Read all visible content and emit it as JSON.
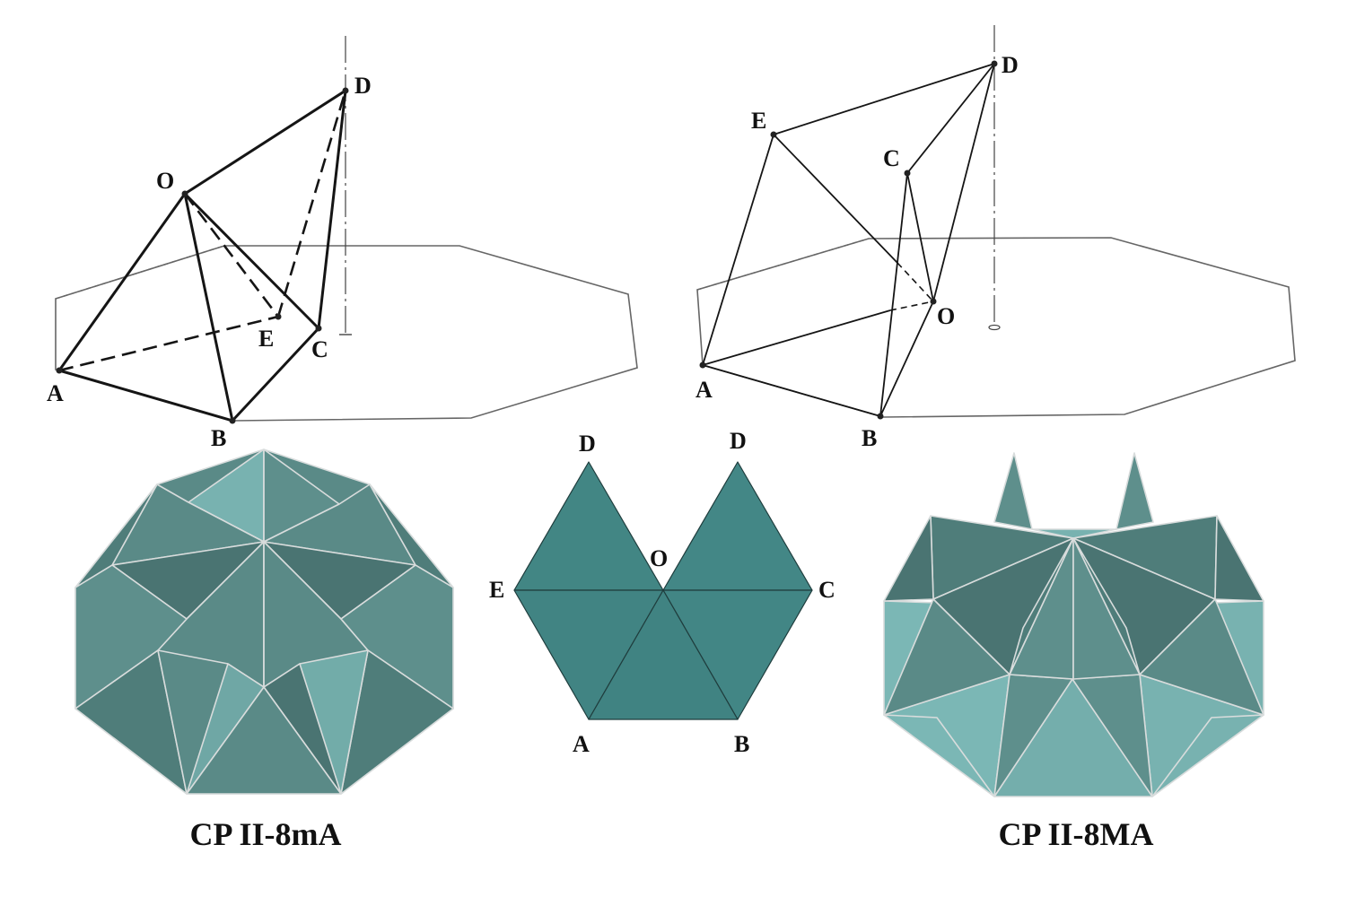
{
  "colors": {
    "teal_dark": "#4a7472",
    "teal_mid": "#5a8a87",
    "teal_light": "#78b2b0",
    "net": "#428684"
  },
  "left_diagram": {
    "labels": {
      "A": "A",
      "B": "B",
      "C": "C",
      "D": "D",
      "E": "E",
      "O": "O"
    }
  },
  "right_diagram": {
    "labels": {
      "A": "A",
      "B": "B",
      "C": "C",
      "D": "D",
      "E": "E",
      "O": "O"
    }
  },
  "net": {
    "labels": {
      "D_left": "D",
      "D_right": "D",
      "O": "O",
      "E": "E",
      "C": "C",
      "A": "A",
      "B": "B"
    }
  },
  "captions": {
    "left": "CP II-8mA",
    "right": "CP II-8MA"
  }
}
